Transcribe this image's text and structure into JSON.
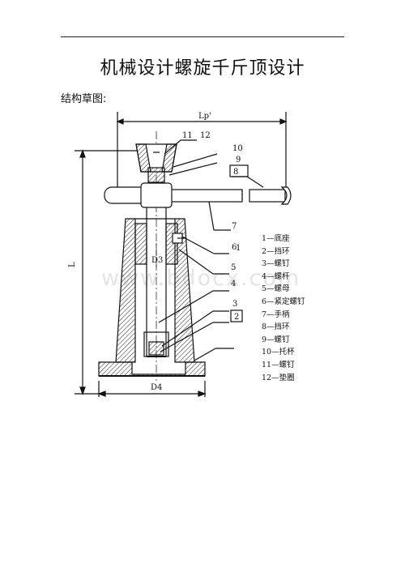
{
  "title": "机械设计螺旋千斤顶设计",
  "subtitle": "结构草图:",
  "watermark": "www.bdocx.com",
  "dimensions": {
    "overall_length": "Lp'",
    "height": "L",
    "inner_dia": "D3",
    "base_dia": "D4"
  },
  "callouts": [
    "1",
    "2",
    "3",
    "4",
    "5",
    "6",
    "7",
    "8",
    "9",
    "10",
    "11",
    "12"
  ],
  "legend": [
    "1—底座",
    "2—挡环",
    "3—螺钉",
    "4—螺杆",
    "5—螺母",
    "6—紧定螺钉",
    "7—手柄",
    "8—挡环",
    "9—螺钉",
    "10—托杯",
    "11—螺钉",
    "12—垫圈"
  ]
}
